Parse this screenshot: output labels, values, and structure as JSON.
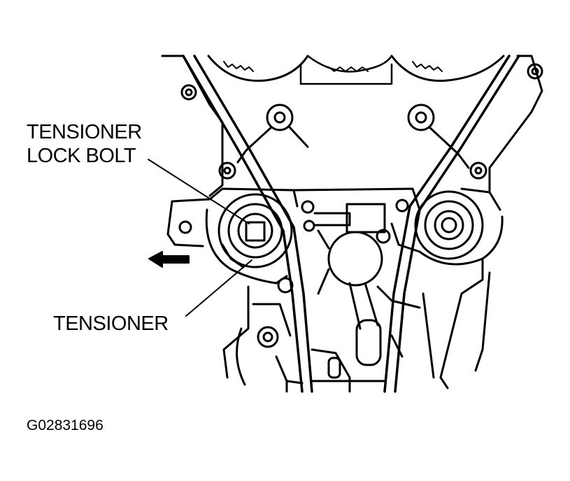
{
  "labels": {
    "lock_bolt_line1": "TENSIONER",
    "lock_bolt_line2": "LOCK BOLT",
    "tensioner": "TENSIONER",
    "figure_code": "G02831696"
  },
  "colors": {
    "ink": "#000000",
    "paper": "#ffffff"
  },
  "icons": {
    "direction_arrow": "arrow-left-icon"
  }
}
